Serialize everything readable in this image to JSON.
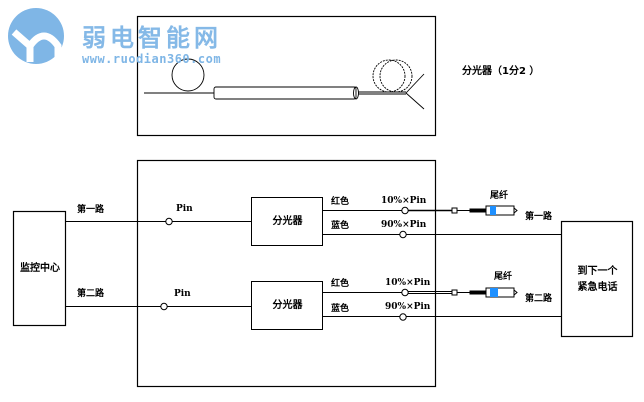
{
  "watermark": {
    "title": "弱电智能网",
    "url": "www.ruodian360.com",
    "color": "#7fb6e6"
  },
  "top_diagram": {
    "caption": "分光器（1分2 ）"
  },
  "left_box": {
    "label": "监控中心"
  },
  "right_box": {
    "line1": "到下一个",
    "line2": "紧急电话"
  },
  "branches": [
    {
      "left_label": "第一路",
      "pin_label": "Pin",
      "splitter_label": "分光器",
      "red_label": "红色",
      "blue_label": "蓝色",
      "red_power": "10%×Pin",
      "blue_power": "90%×Pin",
      "pigtail_label": "尾纤",
      "right_label": "第一路"
    },
    {
      "left_label": "第二路",
      "pin_label": "Pin",
      "splitter_label": "分光器",
      "red_label": "红色",
      "blue_label": "蓝色",
      "red_power": "10%×Pin",
      "blue_power": "90%×Pin",
      "pigtail_label": "尾纤",
      "right_label": "第二路"
    }
  ],
  "colors": {
    "line": "#000000",
    "connector_accent": "#1e90ff"
  }
}
